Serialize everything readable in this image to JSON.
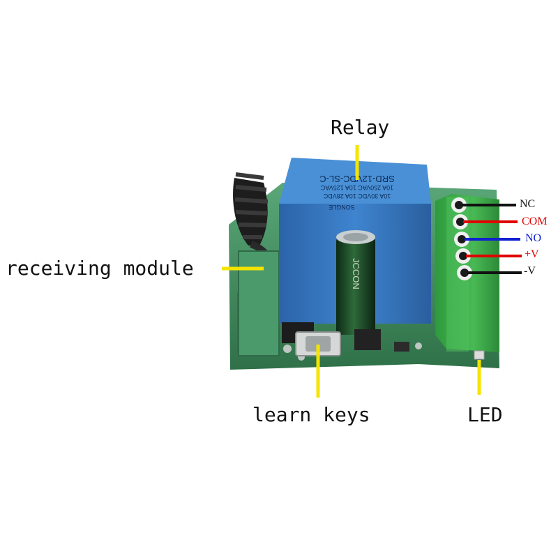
{
  "labels": {
    "relay": "Relay",
    "receiving_module": "receiving module",
    "learn_keys": "learn keys",
    "led": "LED"
  },
  "terminals": [
    {
      "label": "NC",
      "color": "#111111"
    },
    {
      "label": "COM",
      "color": "#e00000"
    },
    {
      "label": "NO",
      "color": "#1020d0"
    },
    {
      "label": "+V",
      "color": "#e00000"
    },
    {
      "label": "-V",
      "color": "#111111"
    }
  ],
  "relay_marking": {
    "model": "SRD-12VDC-SL-C",
    "ratings_1": "10A 250VAC 10A 125VAC",
    "ratings_2": "10A 30VDC 10A 28VDC",
    "brand": "SONGLE"
  },
  "capacitor_marking": "JCCON",
  "colors": {
    "pointer": "#f5e400",
    "pcb": "#3f8a5b",
    "relay": "#2f6db5",
    "terminal_block": "#3dae4a"
  }
}
